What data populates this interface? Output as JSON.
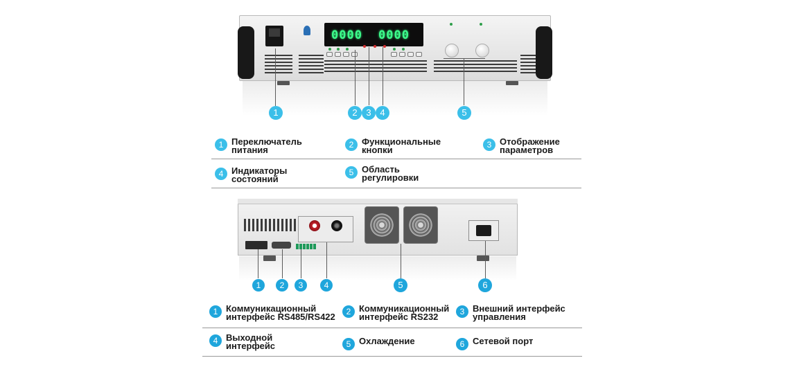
{
  "front_panel": {
    "voltage_display": "0000",
    "current_display": "0000",
    "markers": [
      "1",
      "2",
      "3",
      "4",
      "5"
    ]
  },
  "front_legend": [
    {
      "num": "1",
      "text": "Переключатель\nпитания"
    },
    {
      "num": "2",
      "text": "Функциональные\nкнопки"
    },
    {
      "num": "3",
      "text": "Отображение\nпараметров"
    },
    {
      "num": "4",
      "text": "Индикаторы\nсостояний"
    },
    {
      "num": "5",
      "text": "Область\nрегулировки"
    }
  ],
  "rear_panel": {
    "markers": [
      "1",
      "2",
      "3",
      "4",
      "5",
      "6"
    ]
  },
  "rear_legend": [
    {
      "num": "1",
      "text": "Коммуникационный\nинтерфейс RS485/RS422"
    },
    {
      "num": "2",
      "text": "Коммуникационный\nинтерфейс RS232"
    },
    {
      "num": "3",
      "text": "Внешний интерфейс\nуправления"
    },
    {
      "num": "4",
      "text": "Выходной\nинтерфейс"
    },
    {
      "num": "5",
      "text": "Охлаждение"
    },
    {
      "num": "6",
      "text": "Сетевой порт"
    }
  ],
  "colors": {
    "badge": "#1fa6dc",
    "display_digits": "#3dff8c"
  }
}
